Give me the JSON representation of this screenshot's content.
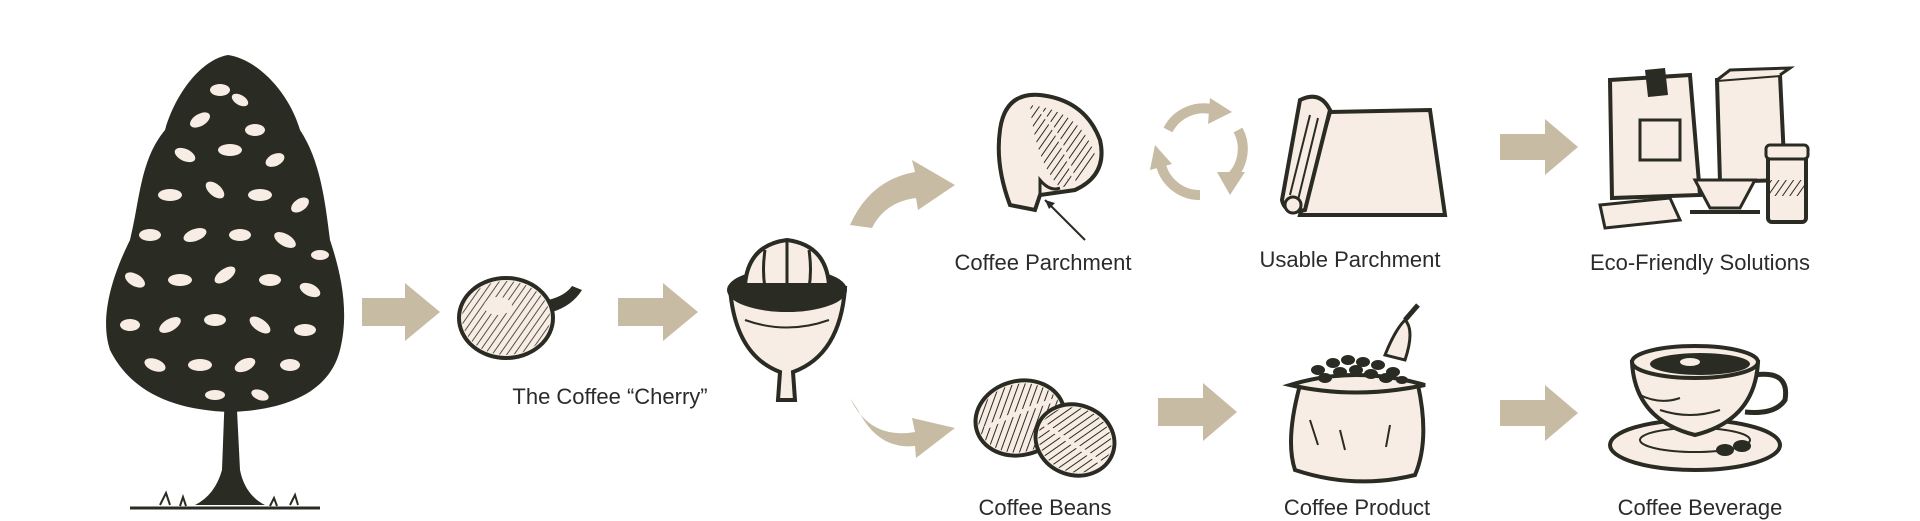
{
  "colors": {
    "ink": "#2a2b22",
    "arrow": "#c8bba4",
    "fill_light": "#f7ede4",
    "background": "#ffffff"
  },
  "labels": {
    "cherry": "The Coffee “Cherry”",
    "parchment": "Coffee Parchment",
    "usable_parchment": "Usable Parchment",
    "eco": "Eco-Friendly Solutions",
    "beans": "Coffee Beans",
    "product": "Coffee Product",
    "beverage": "Coffee Beverage"
  },
  "icons": [
    "coffee-tree-icon",
    "coffee-cherry-icon",
    "open-cherry-icon",
    "coffee-parchment-icon",
    "recycle-icon",
    "parchment-roll-icon",
    "eco-packaging-icon",
    "coffee-beans-icon",
    "coffee-sack-icon",
    "coffee-cup-icon"
  ]
}
